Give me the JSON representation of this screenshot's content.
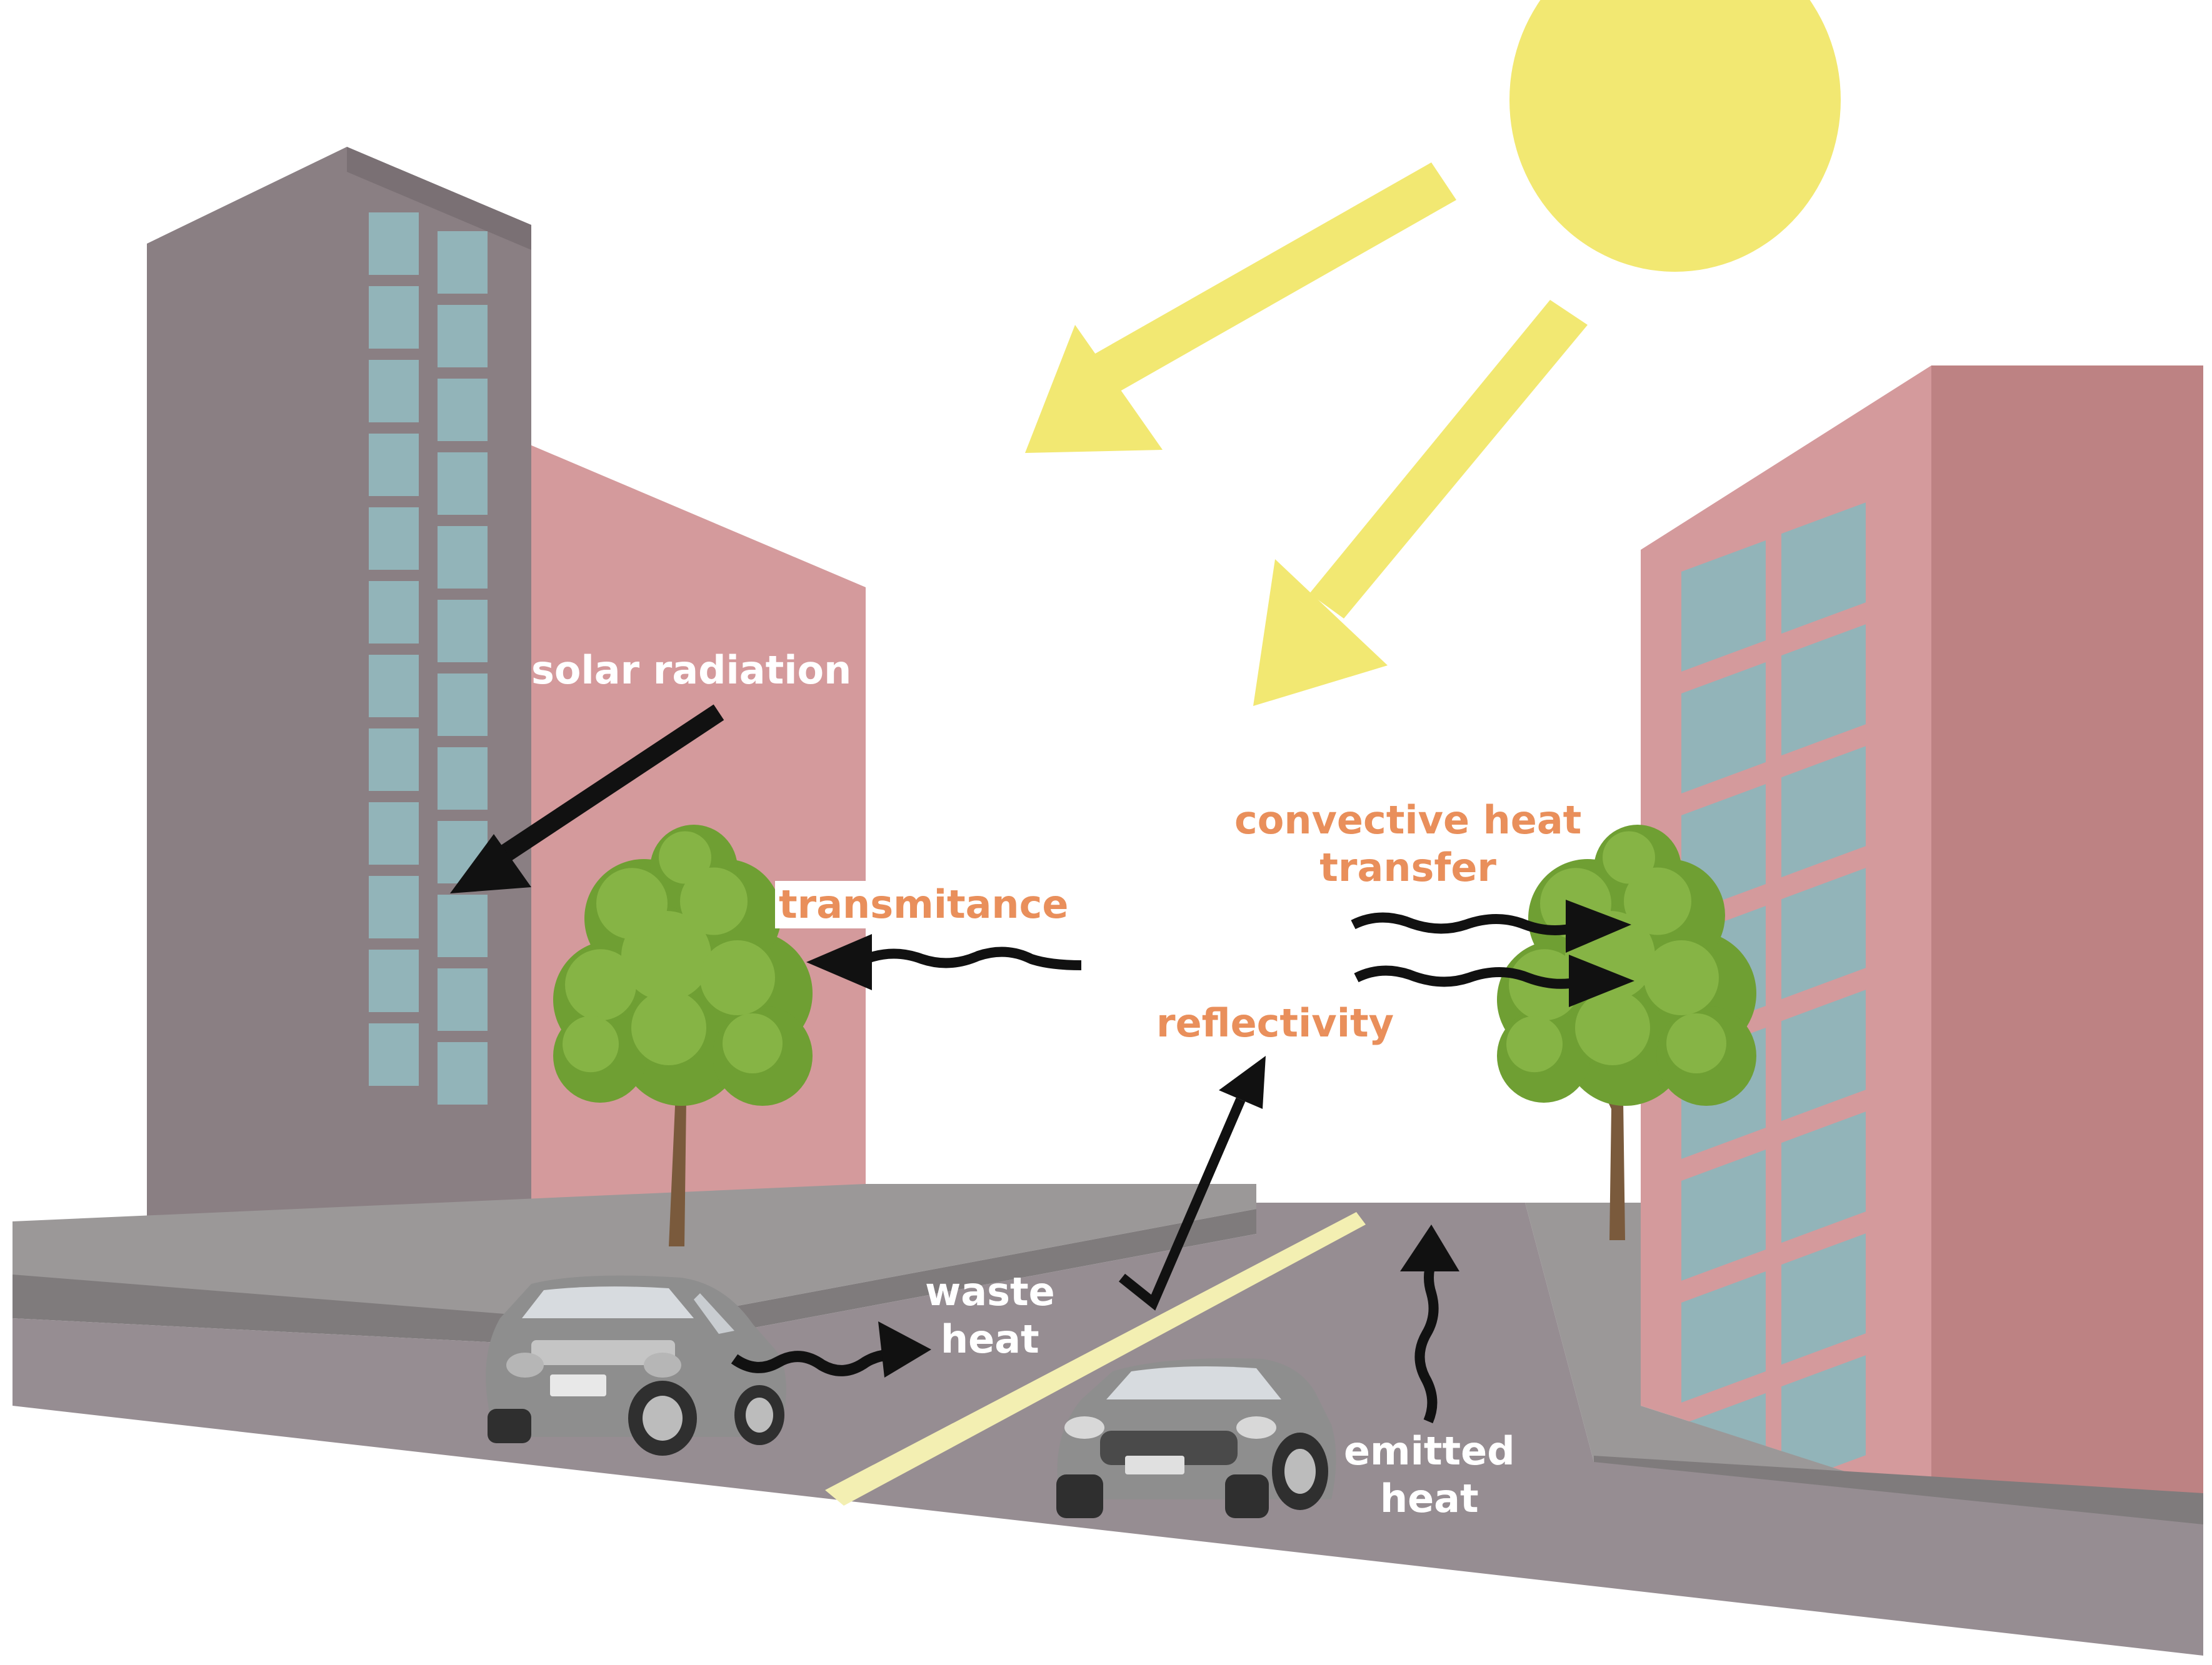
{
  "labels": {
    "solar_radiation": "solar radiation",
    "transmitance": "transmitance",
    "convective_heat_transfer_1": "convective heat",
    "convective_heat_transfer_2": "transfer",
    "reflectivity": "reflectivity",
    "waste_heat_1": "waste",
    "waste_heat_2": "heat",
    "emitted_heat_1": "emitted",
    "emitted_heat_2": "heat"
  },
  "colors": {
    "sun": "#f2e872",
    "tower": "#8a7f83",
    "tower_side": "#7a7074",
    "pink_building": "#d49a9c",
    "pink_building_dark": "#bd8283",
    "window_glass": "#92b4b9",
    "sidewalk": "#9b9898",
    "road": "#968d92",
    "lane_marking": "#f3efb2",
    "tree_canopy": "#7aa83a",
    "tree_trunk": "#7a5a3c",
    "arrow": "#111111",
    "label_orange": "#e98f5b"
  }
}
